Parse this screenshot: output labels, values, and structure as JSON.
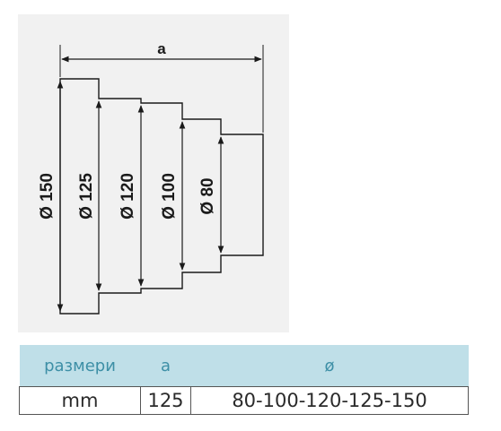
{
  "diagram": {
    "width_label": "a",
    "diameter_labels": [
      "Ø 150",
      "Ø 125",
      "Ø 120",
      "Ø 100",
      "Ø 80"
    ]
  },
  "table": {
    "headers": [
      "размери",
      "a",
      "ø"
    ],
    "rows": [
      [
        "mm",
        "125",
        "80-100-120-125-150"
      ]
    ]
  },
  "colors": {
    "header_bg": "#bfdfe8",
    "header_text": "#3d8fa6",
    "drawing_bg": "#f1f1f1"
  }
}
